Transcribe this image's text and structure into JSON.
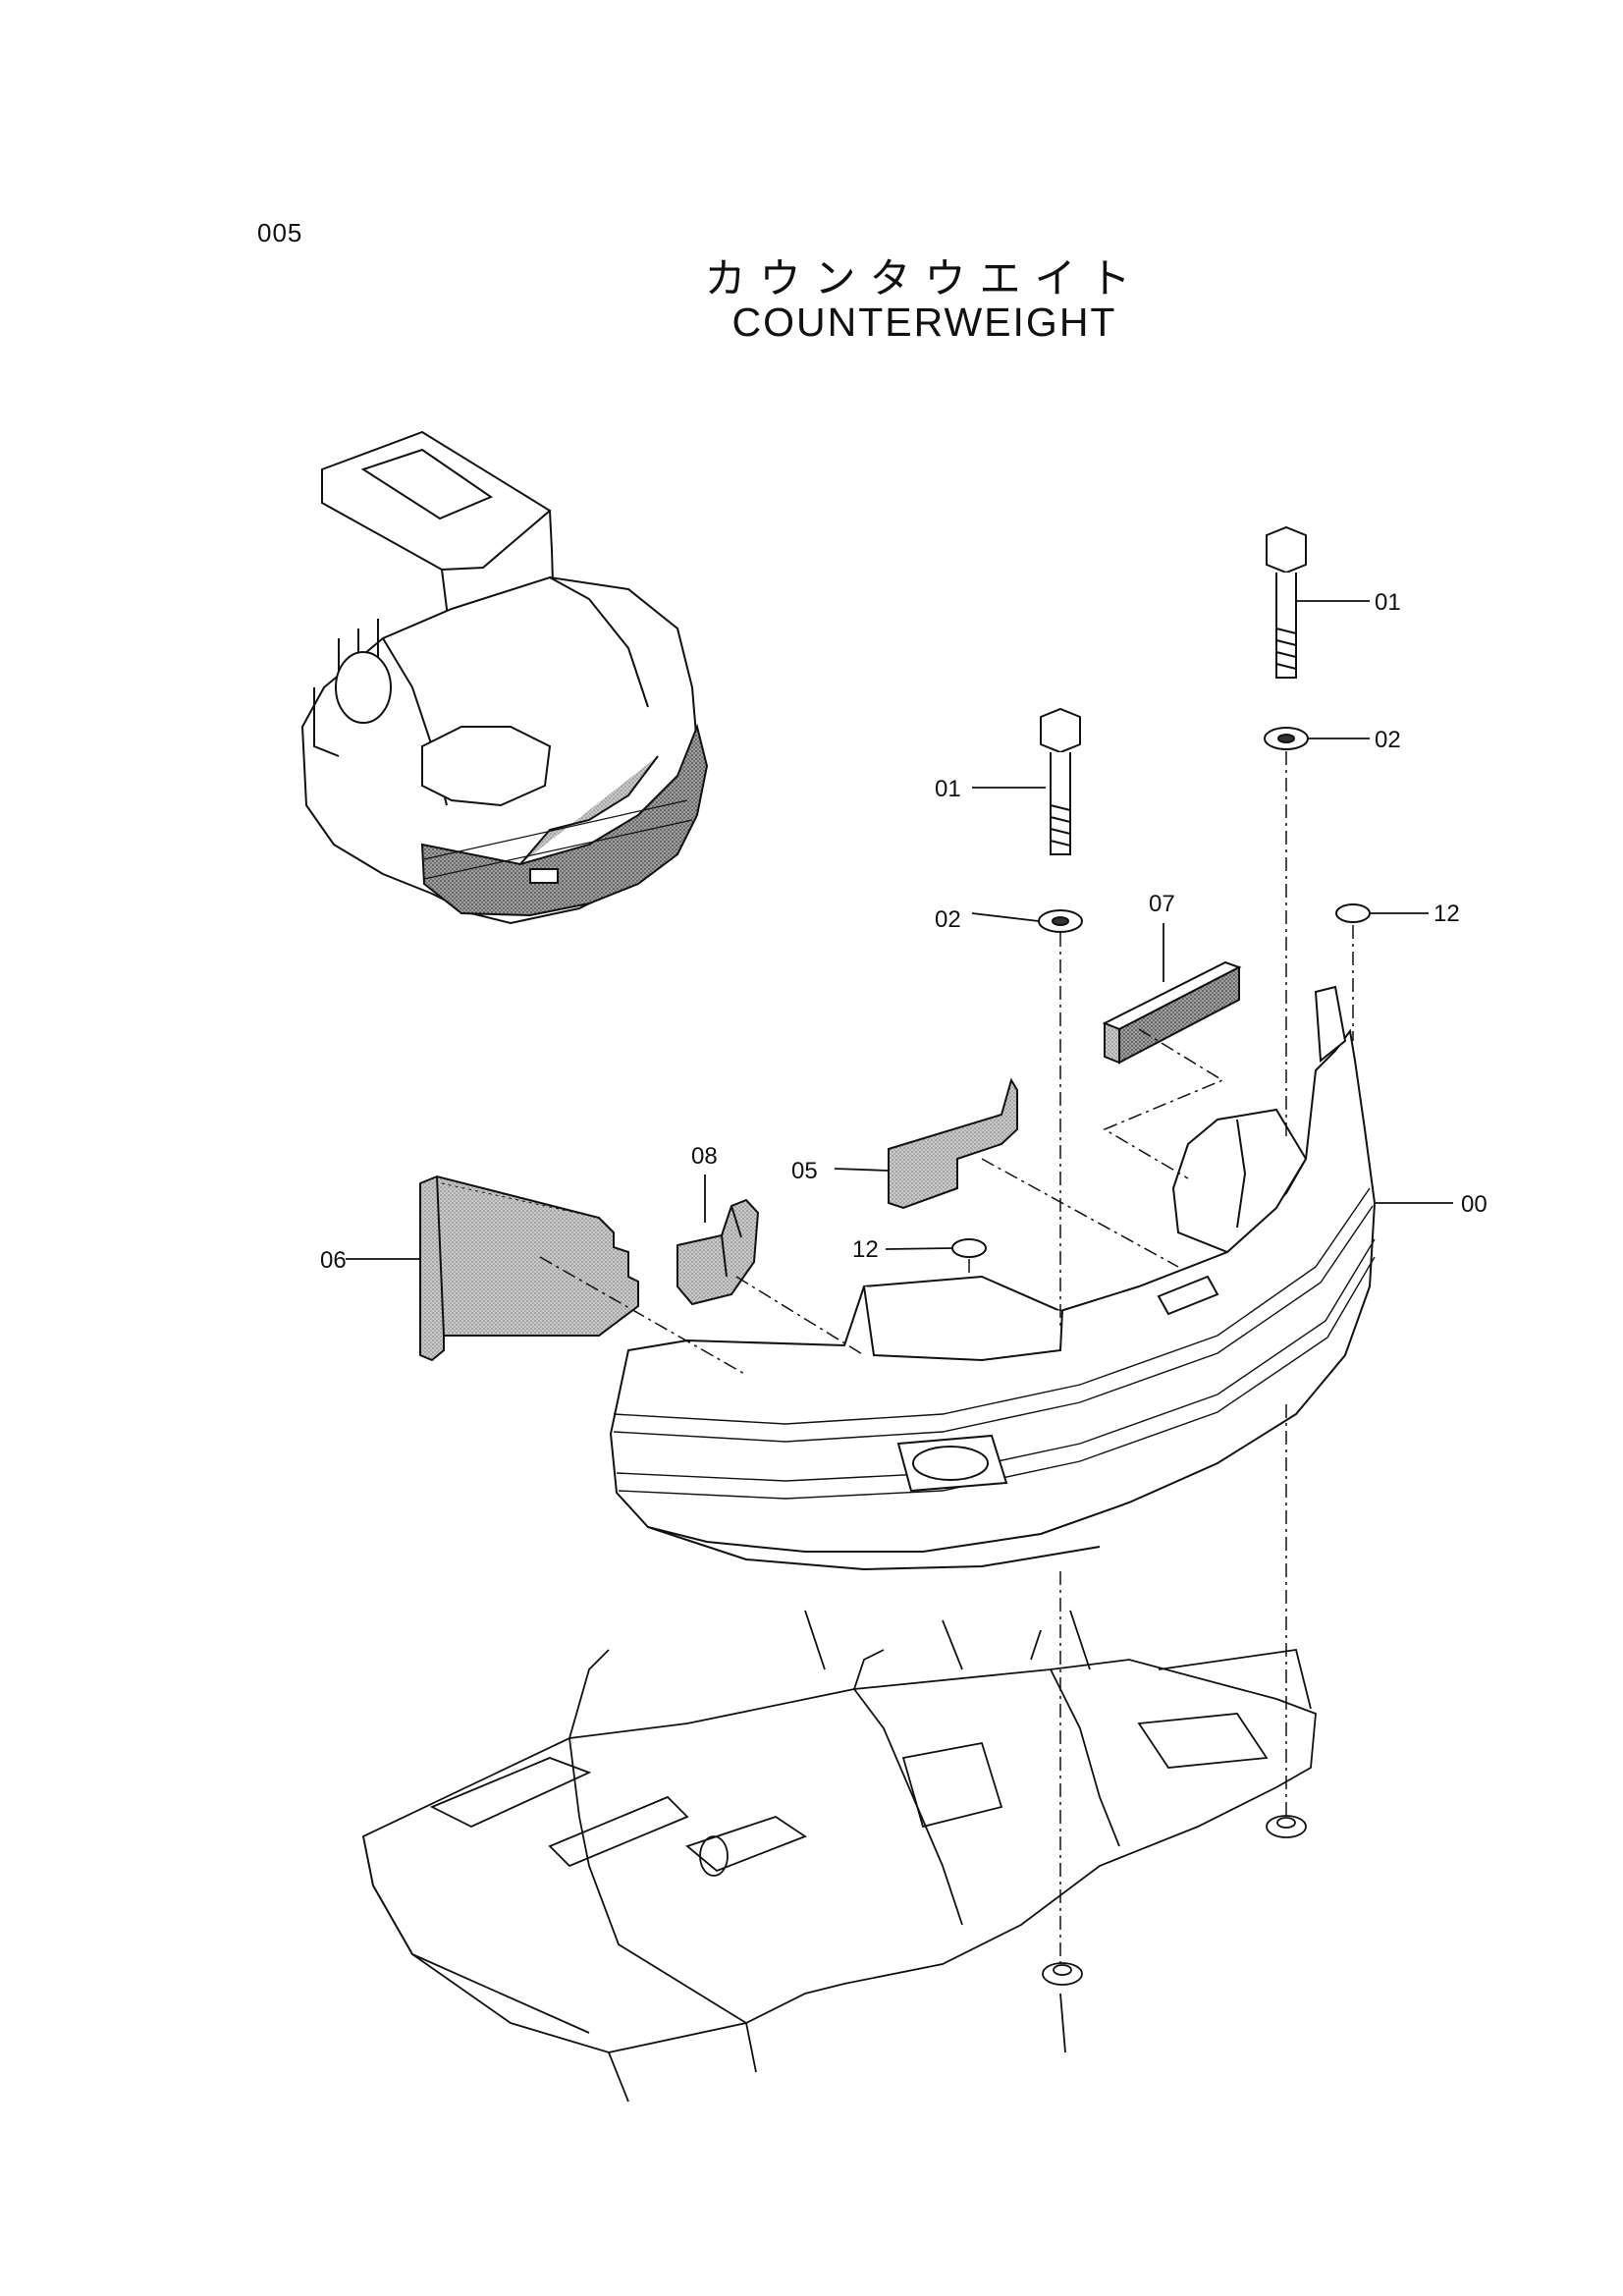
{
  "page_number": "005",
  "title_jp": "カウンタウエイト",
  "title_en": "COUNTERWEIGHT",
  "callouts": [
    {
      "id": "01",
      "part": "bolt-right"
    },
    {
      "id": "02",
      "part": "washer-right"
    },
    {
      "id": "01",
      "part": "bolt-left"
    },
    {
      "id": "02",
      "part": "washer-left"
    },
    {
      "id": "07",
      "part": "plate-07"
    },
    {
      "id": "12",
      "part": "cap-right"
    },
    {
      "id": "08",
      "part": "bracket-08"
    },
    {
      "id": "05",
      "part": "plate-05"
    },
    {
      "id": "00",
      "part": "counterweight-body"
    },
    {
      "id": "12",
      "part": "cap-center"
    },
    {
      "id": "06",
      "part": "plate-06"
    }
  ]
}
